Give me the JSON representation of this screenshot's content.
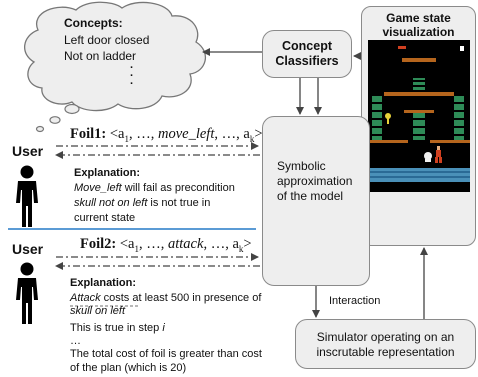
{
  "concepts": {
    "title": "Concepts:",
    "line1": "Left door closed",
    "line2": "Not on ladder",
    "more": "·\n·\n·"
  },
  "classifiers": {
    "line1": "Concept",
    "line2": "Classifiers"
  },
  "game_state": {
    "line1": "Game state",
    "line2": "visualization"
  },
  "symbolic": {
    "line1": "Symbolic",
    "line2": "approximation",
    "line3": "of the model"
  },
  "interaction_label": "Interaction",
  "simulator": {
    "line1": "Simulator operating on an",
    "line2": "inscrutable representation"
  },
  "foil1": {
    "user_label": "User",
    "label": "Foil1:",
    "open": " <a",
    "sub1": "1",
    "mid1": ", …, ",
    "action": "move_left",
    "mid2": ", …, a",
    "subk": "k",
    "close": ">",
    "explanation_title": "Explanation:",
    "exp_line1_action": "Move_left",
    "exp_line1_rest": " will fail as precondition",
    "exp_line2": "skull not on left",
    "exp_line2_rest": " is not true in",
    "exp_line3": "current state"
  },
  "foil2": {
    "user_label": "User",
    "label": "Foil2:",
    "open": " <a",
    "sub1": "1",
    "mid1": ", …, ",
    "action": "attack",
    "mid2": ", …, a",
    "subk": "k",
    "close": ">",
    "explanation_title": "Explanation:",
    "exp_line1_action": "Attack",
    "exp_line1_rest": " costs at least 500 in presence of",
    "exp_line2": "skull on left",
    "exp_line3": "This is true in step ",
    "exp_line3_i": "i",
    "exp_line4": "…",
    "exp_line5": "The total cost of foil is greater than cost",
    "exp_line6": "of the plan (which is 20)"
  },
  "colors": {
    "box_fill": "#eeeeee",
    "box_border": "#8a8a8a",
    "separator": "#5b9bd5",
    "game_bg": "#000000",
    "ladder": "#2e8b57",
    "floor": "#4a90b8",
    "brown": "#b5651d",
    "player": "#d04020"
  }
}
